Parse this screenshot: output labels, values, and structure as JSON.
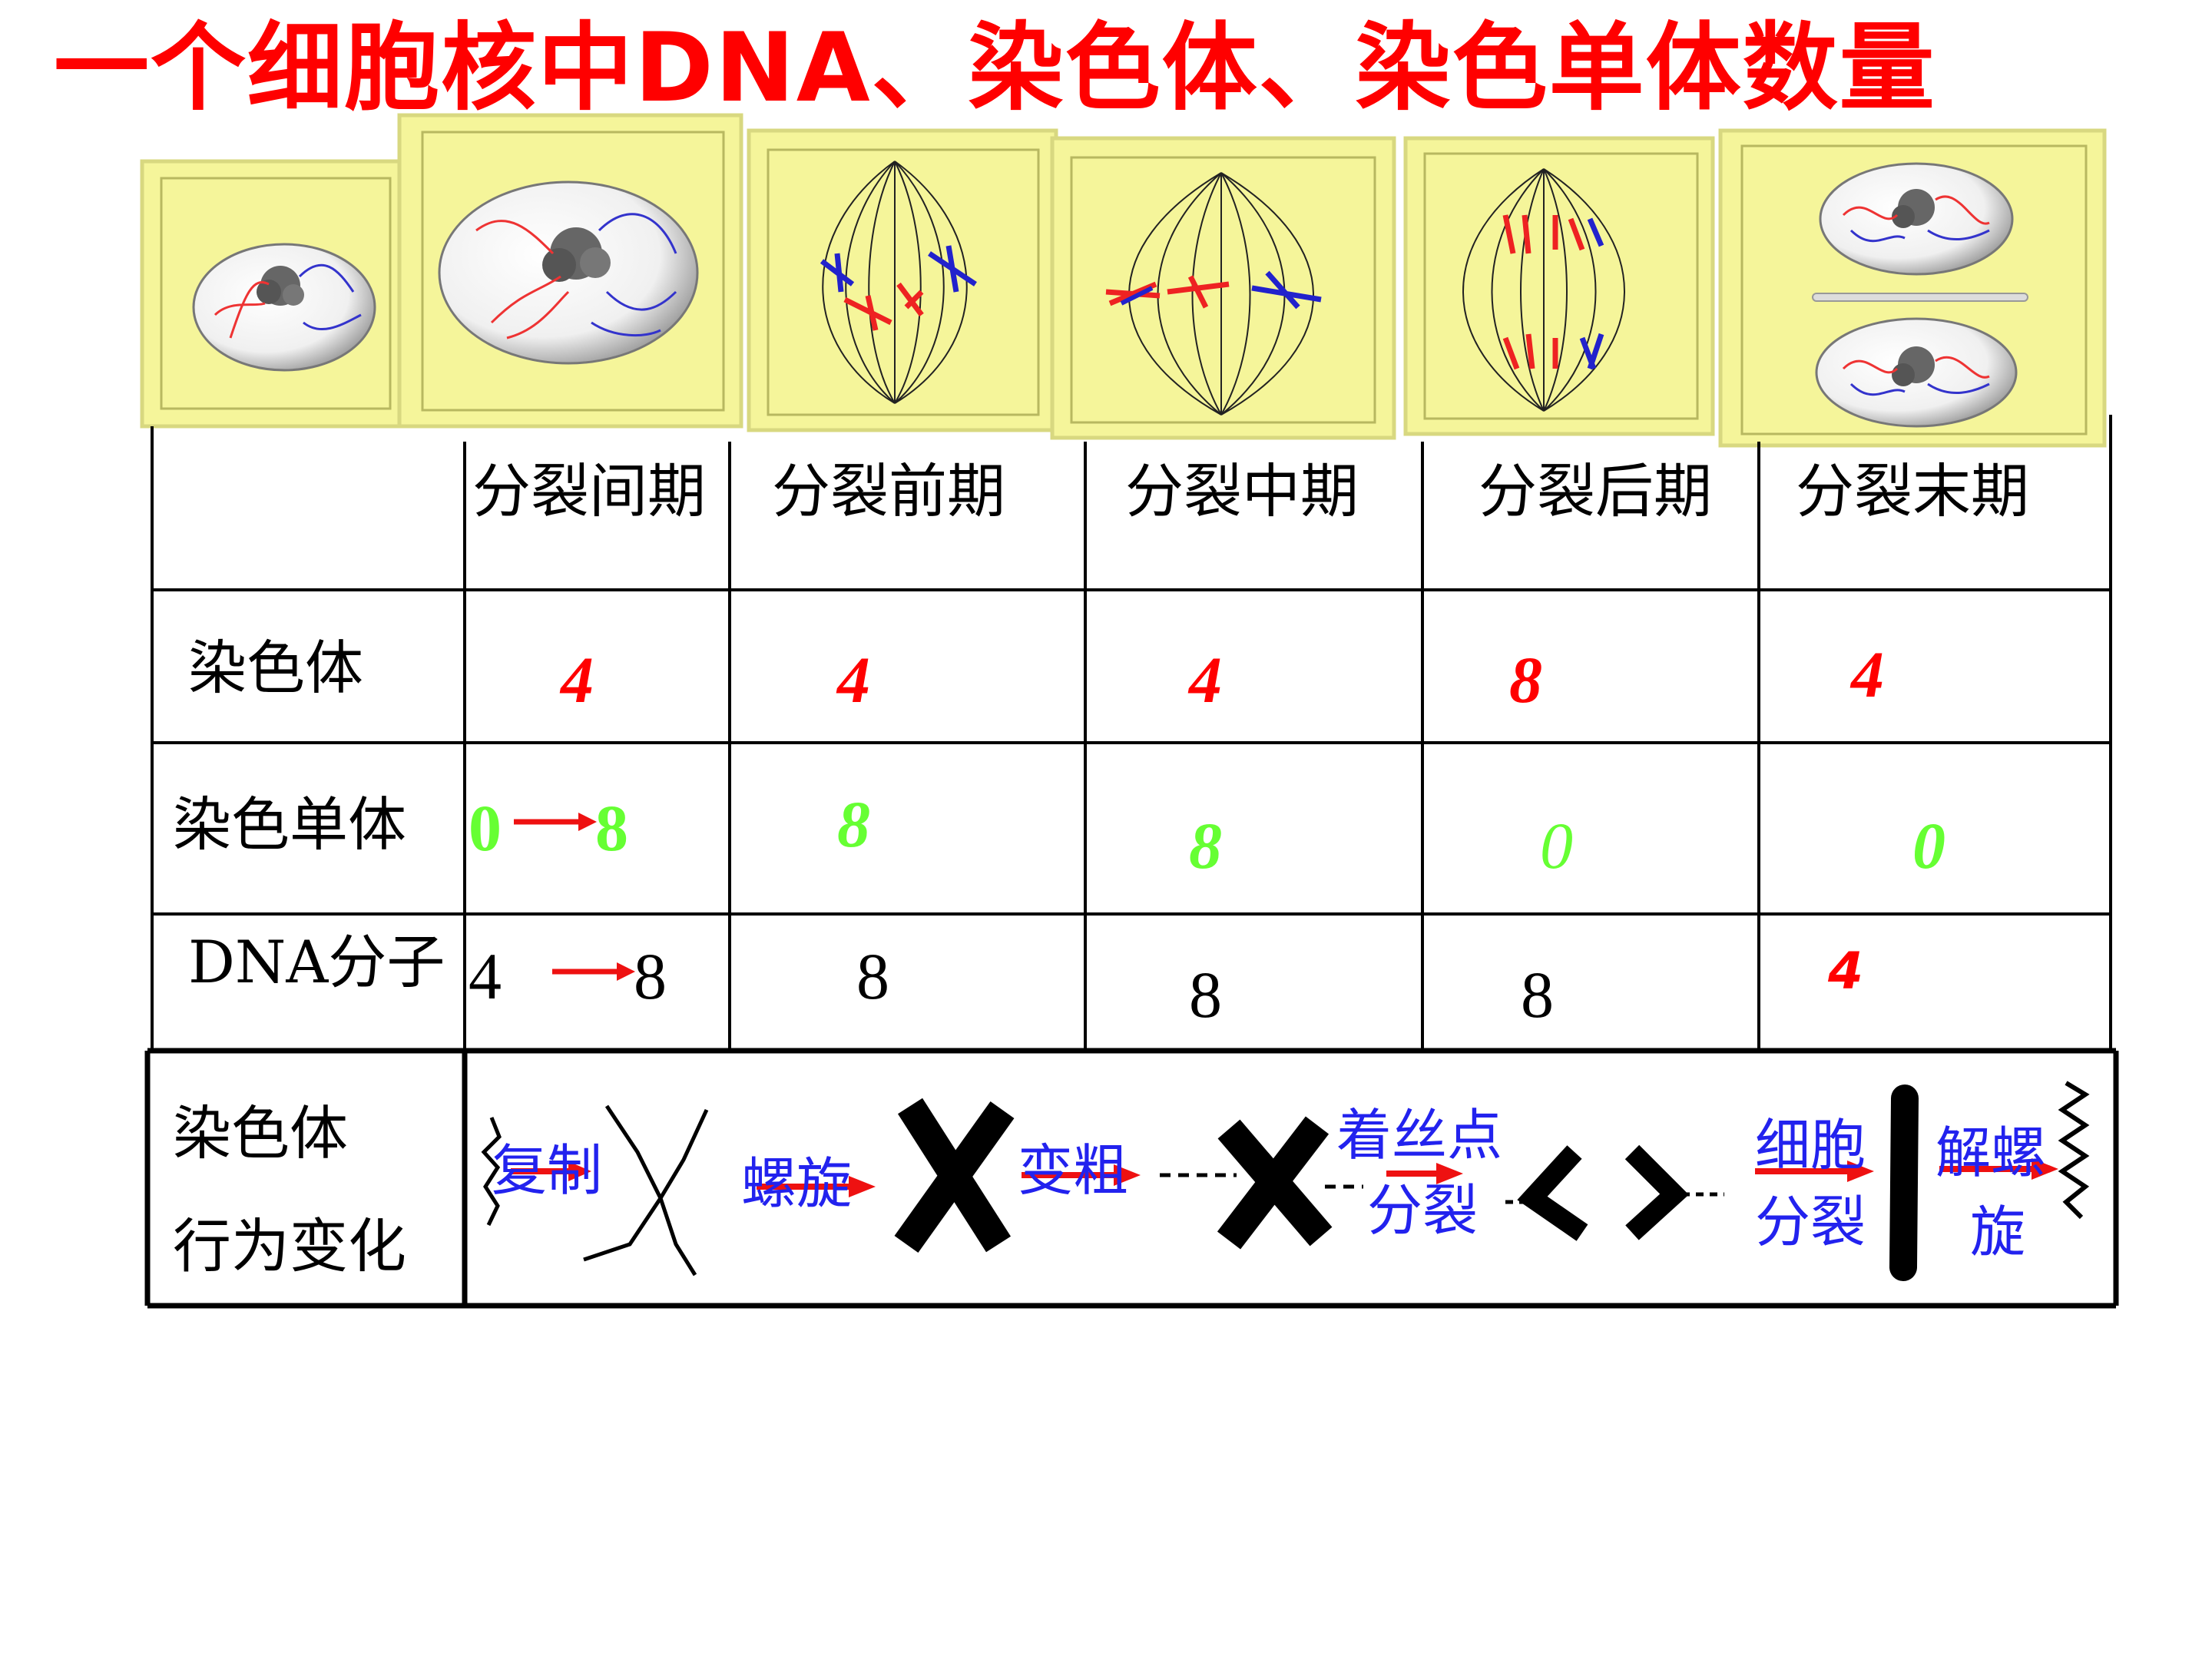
{
  "title": "一个细胞核中DNA、染色体、染色单体数量",
  "stages": [
    "分裂间期",
    "分裂前期",
    "分裂中期",
    "分裂后期",
    "分裂末期"
  ],
  "rows": {
    "chromosome": {
      "label": "染色体",
      "values": [
        "4",
        "4",
        "4",
        "8",
        "4"
      ]
    },
    "chromatid": {
      "label": "染色单体",
      "interphase_from": "0",
      "interphase_to": "8",
      "values": [
        "8",
        "8",
        "0",
        "0"
      ]
    },
    "dna": {
      "label": "DNA分子",
      "interphase_from": "4",
      "interphase_to": "8",
      "values": [
        "8",
        "8",
        "8",
        "4"
      ]
    }
  },
  "behavior": {
    "label_line1": "染色体",
    "label_line2": "行为变化",
    "steps": {
      "replicate": "复制",
      "spiral": "螺旋",
      "thicken": "变粗",
      "centromere_line1": "着丝点",
      "centromere_line2": "分裂",
      "cell_division_line1": "细胞",
      "cell_division_line2": "分裂",
      "despiral_line1": "解螺",
      "despiral_line2": "旋"
    }
  },
  "colors": {
    "title": "#ff0000",
    "cell_fill": "#f5f59a",
    "red_value": "#ff0000",
    "green_value": "#66ff33",
    "blue_label": "#2222ee"
  }
}
